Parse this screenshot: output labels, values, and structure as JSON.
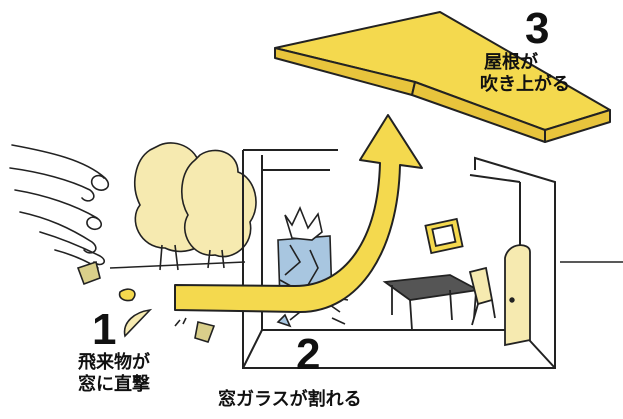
{
  "steps": [
    {
      "number": "1",
      "lines": [
        "飛来物が",
        "窓に直撃"
      ]
    },
    {
      "number": "2",
      "lines": [
        "窓ガラスが割れる"
      ]
    },
    {
      "number": "3",
      "lines": [
        "屋根が",
        "吹き上がる"
      ]
    }
  ],
  "colors": {
    "roof": "#f4d94e",
    "arrow": "#f4d94e",
    "tree": "#f6eab0",
    "glass": "#a8c6e0",
    "outline": "#222222",
    "debris": "#d9cf8a",
    "furniture": "#555555"
  },
  "icons": [
    "wind-lines-icon",
    "tree-icon",
    "picture-frame-icon",
    "table-icon",
    "chair-icon",
    "door-icon",
    "cup-icon",
    "leaf-icon",
    "broken-glass-icon"
  ]
}
